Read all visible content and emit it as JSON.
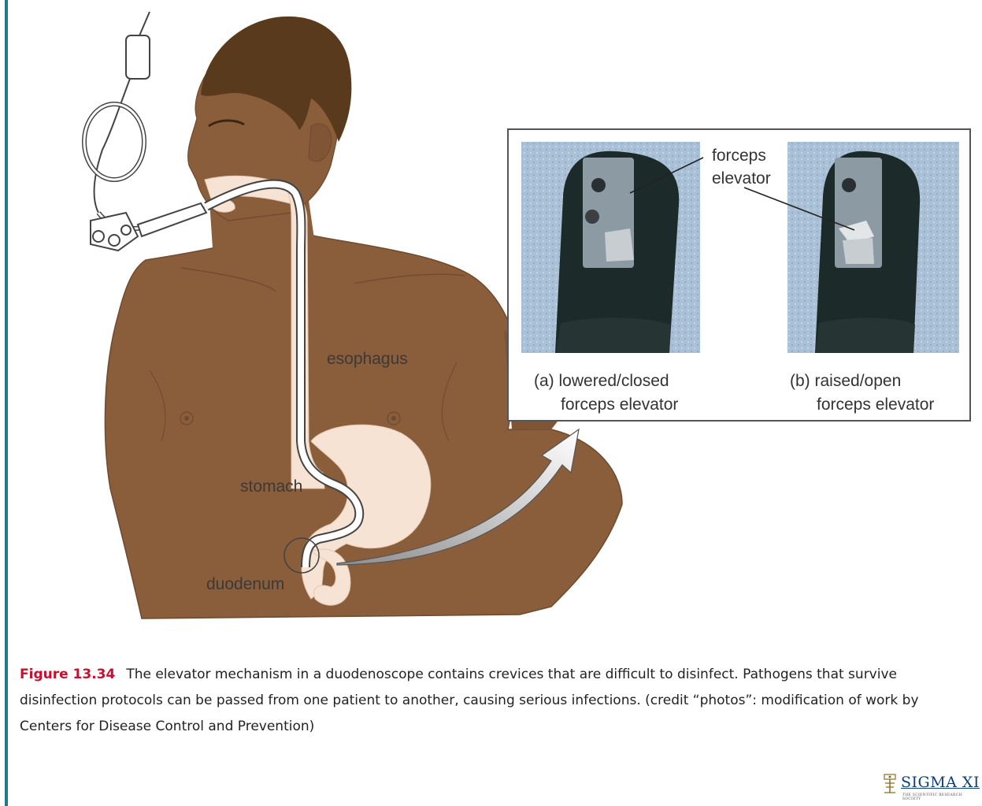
{
  "figure": {
    "labels": {
      "esophagus": "esophagus",
      "stomach": "stomach",
      "duodenum": "duodenum"
    },
    "inset": {
      "pointer_label_line1": "forceps",
      "pointer_label_line2": "elevator",
      "panel_a_line1": "(a) lowered/closed",
      "panel_a_line2": "forceps elevator",
      "panel_b_line1": "(b) raised/open",
      "panel_b_line2": "forceps elevator"
    }
  },
  "caption": {
    "number": "Figure 13.34",
    "text": "The elevator mechanism in a duodenoscope contains crevices that are difficult to disinfect. Pathogens that survive disinfection protocols can be passed from one patient to another, causing serious infections. (credit “photos”: modification of work by Centers for Disease Control and Prevention)"
  },
  "logo": {
    "name": "SIGMA XI",
    "tagline": "THE SCIENTIFIC RESEARCH SOCIETY"
  },
  "colors": {
    "skin": "#8a5d3b",
    "hair": "#5a3a1d",
    "organ": "#f7e3d3",
    "accent_rule": "#1f7a8c",
    "caption_number": "#c8102e",
    "photo_background": "#a9c0d6"
  }
}
